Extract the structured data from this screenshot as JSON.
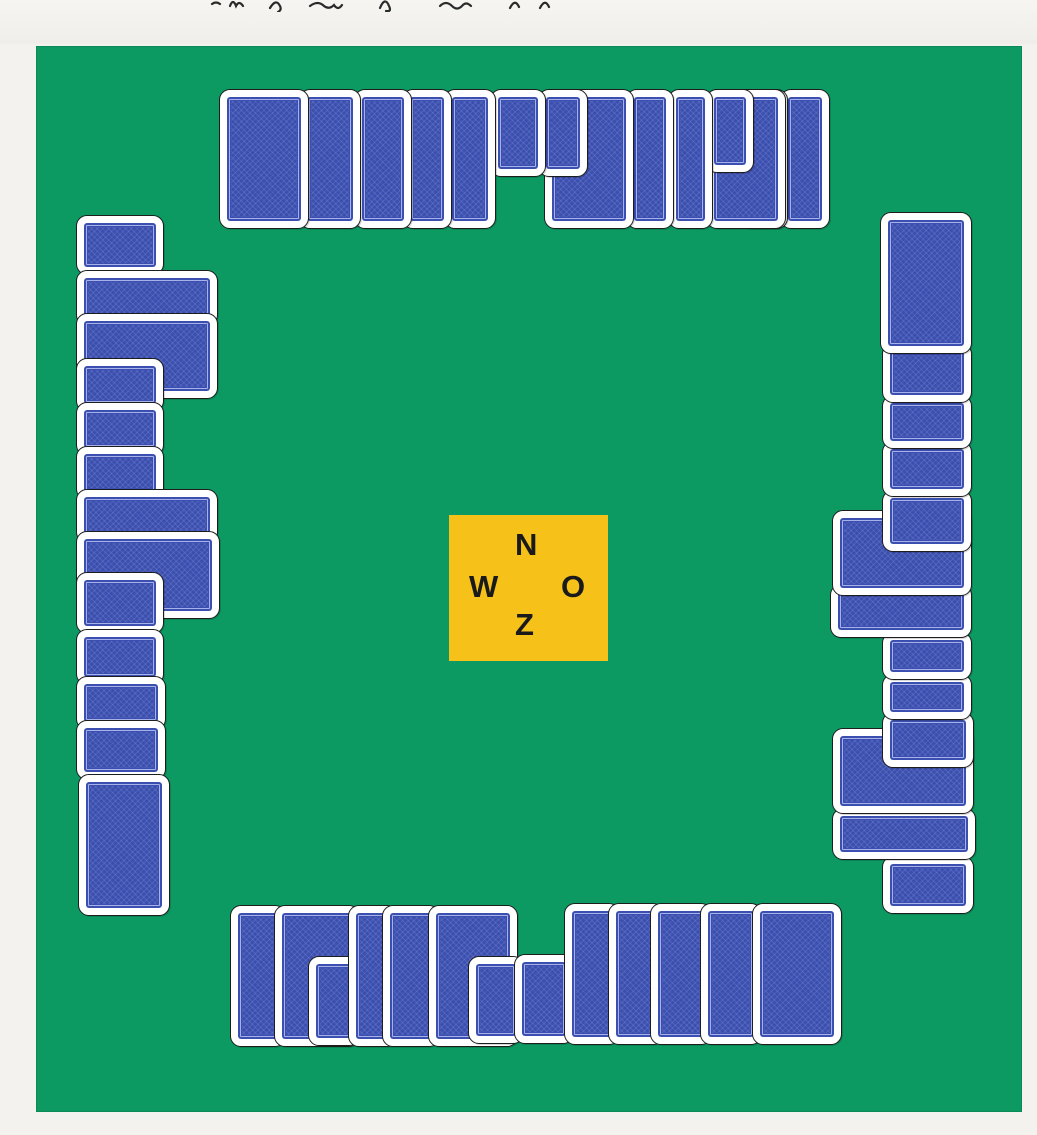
{
  "colors": {
    "felt": "#0c9a62",
    "card_back": "#3b4fb0",
    "card_border": "#ffffff",
    "compass_background": "#f6c21a",
    "compass_text": "#1a1a1a"
  },
  "compass": {
    "north": "N",
    "west": "W",
    "east": "O",
    "south": "Z"
  },
  "hands": {
    "north_card_count": 13,
    "east_card_count": 13,
    "south_card_count": 13,
    "west_card_count": 13
  }
}
